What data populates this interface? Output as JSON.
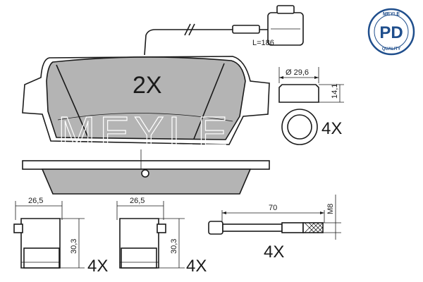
{
  "pad": {
    "quantity": "2X"
  },
  "sensor": {
    "length_label": "L=186"
  },
  "ring": {
    "diameter_label": "Ø 29,6",
    "height_label": "14,1",
    "quantity": "4X"
  },
  "clip_left": {
    "width_label": "26,5",
    "height_label": "30,3",
    "quantity": "4X"
  },
  "clip_right": {
    "width_label": "26,5",
    "height_label": "30,3",
    "quantity": "4X"
  },
  "bolt": {
    "length_label": "70",
    "thread_label": "M8",
    "quantity": "4X"
  },
  "logo": {
    "brand_text": "MEYLE",
    "badge_text": "PD",
    "quality_text": "QUALITY"
  },
  "watermark": {
    "text": "MEYLE"
  },
  "colors": {
    "pad_fill": "#b4b4b4",
    "line": "#1a1a1a",
    "logo_blue": "#1f4e8c"
  }
}
